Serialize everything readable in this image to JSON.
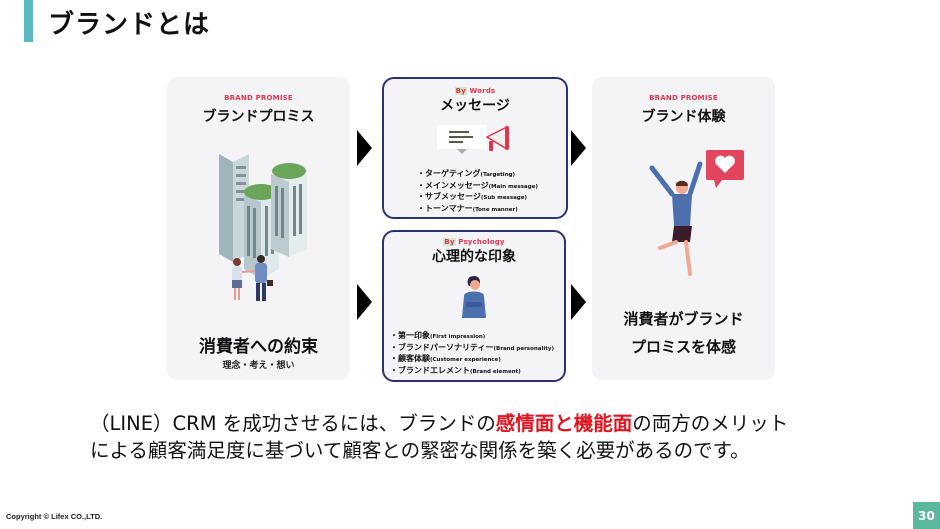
{
  "header": {
    "title": "ブランドとは",
    "accent_color": "#5bb8bf"
  },
  "cards": {
    "promise": {
      "eyebrow": "BRAND PROMISE",
      "title": "ブランドプロミス",
      "illustration": "office-buildings-handshake",
      "headline": "消費者への約束",
      "sub": "理念・考え・想い"
    },
    "words": {
      "eyebrow_by": "By",
      "eyebrow_label": " Words",
      "title": "メッセージ",
      "icon": "megaphone-message-icon",
      "bullets": [
        {
          "ja": "・ターゲティング",
          "en": "(Targeting)"
        },
        {
          "ja": "・メインメッセージ",
          "en": "(Main message)"
        },
        {
          "ja": "・サブメッセージ",
          "en": "(Sub message)"
        },
        {
          "ja": "・トーンマナー",
          "en": "(Tone manner)"
        }
      ]
    },
    "psychology": {
      "eyebrow_by": "By",
      "eyebrow_label": " Psychology",
      "title": "心理的な印象",
      "icon": "thinking-woman-icon",
      "bullets": [
        {
          "ja": "・第一印象",
          "en": "(First impression)"
        },
        {
          "ja": "・ブランドパーソナリティー",
          "en": "(Brand personality)"
        },
        {
          "ja": "・顧客体験",
          "en": "(Customer experience)"
        },
        {
          "ja": "・ブランドエレメント",
          "en": "(Brand element)"
        }
      ]
    },
    "experience": {
      "eyebrow": "BRAND PROMISE",
      "title": "ブランド体験",
      "illustration": "jumping-woman-heart",
      "headline_line1": "消費者がブランド",
      "headline_line2": "プロミスを体感"
    }
  },
  "body": {
    "line1_a": "（LINE）CRM を成功させるには、ブランドの",
    "line1_hl": "感情面と機能面",
    "line1_b": "の両方のメリット",
    "line2": "による顧客満足度に基づいて顧客との緊密な関係を築く必要があるのです。",
    "highlight_color": "#e3131f"
  },
  "footer": {
    "copyright": "Copyright © Lifex CO.,LTD.",
    "page_number": "30",
    "page_color": "#5bb89f"
  }
}
